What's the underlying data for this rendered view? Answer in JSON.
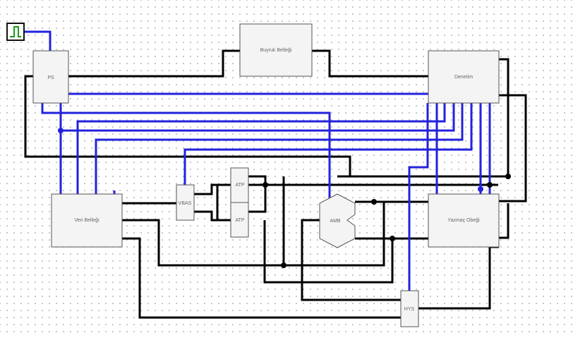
{
  "colors": {
    "control_wire": "#2222dd",
    "data_wire": "#000000",
    "component_fill": "#f4f4f4",
    "component_stroke": "#555555",
    "junction": "#000000"
  },
  "icons": {
    "clock": "clock-square-wave-icon"
  },
  "components": {
    "clock": {
      "label": ""
    },
    "ps": {
      "label": "PS"
    },
    "instruction_memory": {
      "label": "Buyruk Belleği"
    },
    "control_unit": {
      "label": "Denetim"
    },
    "data_memory": {
      "label": "Veri Belleği"
    },
    "vbas": {
      "label": "VBAS"
    },
    "atp_top": {
      "label": "ATP"
    },
    "atp_bottom": {
      "label": "ATP"
    },
    "amb": {
      "label": "AMB"
    },
    "register_file": {
      "label": "Yazmaç Obeği"
    },
    "hys": {
      "label": "HYS"
    }
  }
}
